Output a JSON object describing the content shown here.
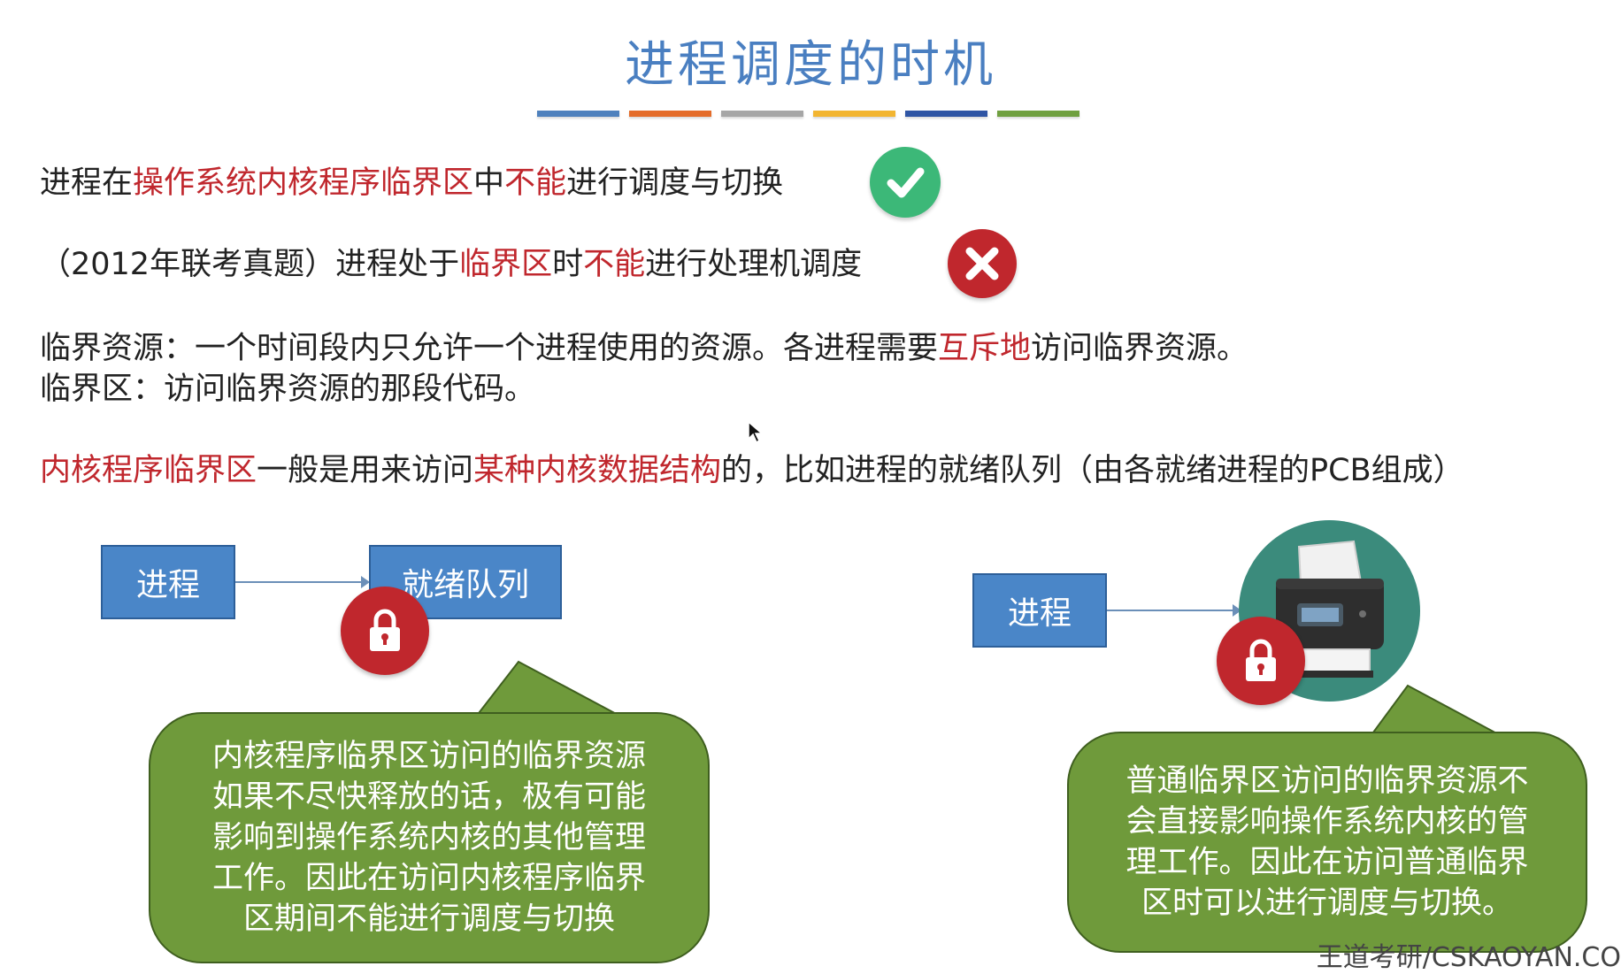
{
  "title": "进程调度的时机",
  "color_bar": [
    "#4f81bd",
    "#e46c2a",
    "#a6a6a6",
    "#f2b531",
    "#2f55a4",
    "#70a040"
  ],
  "statement1": {
    "p1": "进程在",
    "p2": "操作系统内核程序临界区",
    "p3": "中",
    "p4": "不能",
    "p5": "进行调度与切换",
    "badge_icon": "check-icon",
    "badge_color": "#3cb878"
  },
  "statement2": {
    "p1": "（2012年联考真题）进程处于",
    "p2": "临界区",
    "p3": "时",
    "p4": "不能",
    "p5": "进行处理机调度",
    "badge_icon": "cross-icon",
    "badge_color": "#c0272d"
  },
  "definition": {
    "line1_a": "临界资源：一个时间段内只允许一个进程使用的资源。各进程需要",
    "line1_b": "互斥地",
    "line1_c": "访问临界资源。",
    "line2": "临界区：访问临界资源的那段代码。"
  },
  "kernel_note": {
    "p1": "内核程序临界区",
    "p2": "一般是用来访问",
    "p3": "某种内核数据结构",
    "p4": "的，比如进程的就绪队列（由各就绪进程的PCB组成）"
  },
  "left_diagram": {
    "process_label": "进程",
    "queue_label": "就绪队列",
    "bubble_text": "内核程序临界区访问的临界资源\n如果不尽快释放的话，极有可能\n影响到操作系统内核的其他管理\n工作。因此在访问内核程序临界\n区期间不能进行调度与切换"
  },
  "right_diagram": {
    "process_label": "进程",
    "device_icon": "printer-icon",
    "bubble_text": "普通临界区访问的临界资源不\n会直接影响操作系统内核的管\n理工作。因此在访问普通临界\n区时可以进行调度与切换。"
  },
  "watermark": "王道考研/CSKAOYAN.CO"
}
